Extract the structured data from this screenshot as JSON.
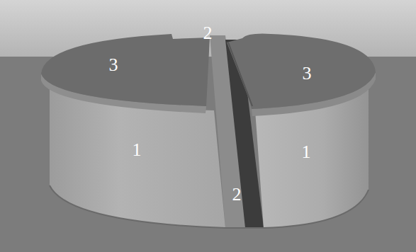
{
  "diagram": {
    "labels": [
      "3",
      "2",
      "3",
      "1",
      "1",
      "2"
    ]
  }
}
